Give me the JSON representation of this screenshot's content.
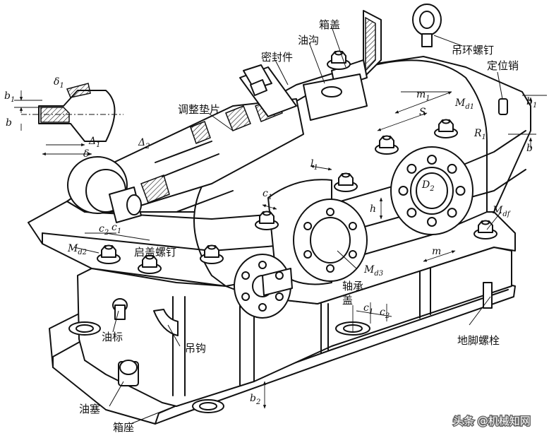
{
  "labels": {
    "xianggai": "箱盖",
    "diaohuan_luoding": "吊环螺钉",
    "dingweixiao": "定位销",
    "yougou": "油沟",
    "mifengjian": "密封件",
    "tiaozheng_dianpian": "调整垫片",
    "qigai_luoding": "启盖螺钉",
    "youbiao": "油标",
    "diaogou": "吊钩",
    "zhoucheng_gai_1": "轴承",
    "zhoucheng_gai_2": "盖",
    "dijiao_luoshuan": "地脚螺栓",
    "yousai": "油塞",
    "xiangzuo": "箱座"
  },
  "dims": {
    "b1_left": "b",
    "b1_left_sub": "1",
    "b_left": "b",
    "delta1": "δ",
    "delta1_sub": "1",
    "Delta1": "Δ",
    "Delta1_sub": "1",
    "delta": "δ",
    "Delta2": "Δ",
    "Delta2_sub": "2",
    "m1": "m",
    "m1_sub": "1",
    "S": "S",
    "Md1": "M",
    "Md1_sub": "d1",
    "R1": "R",
    "R1_sub": "1",
    "b1_right": "b",
    "b1_right_sub": "1",
    "b_right": "b",
    "l1": "l",
    "l1_sub": "1",
    "c1_top": "c",
    "c1_top_sub": "1",
    "h": "h",
    "D2": "D",
    "D2_sub": "2",
    "Mdf": "M",
    "Mdf_sub": "df",
    "c2_left": "c",
    "c2_left_sub": "2",
    "c1_left": "c",
    "c1_left_sub": "1",
    "Md2": "M",
    "Md2_sub": "d2",
    "Md3": "M",
    "Md3_sub": "d3",
    "m": "m",
    "c1_bottom": "c",
    "c1_bottom_sub": "1",
    "c2_bottom": "c",
    "c2_bottom_sub": "2",
    "b2": "b",
    "b2_sub": "2"
  },
  "watermark": "头条 @机械知网",
  "icons": {
    "watermark_logo": "toutiao-icon"
  }
}
